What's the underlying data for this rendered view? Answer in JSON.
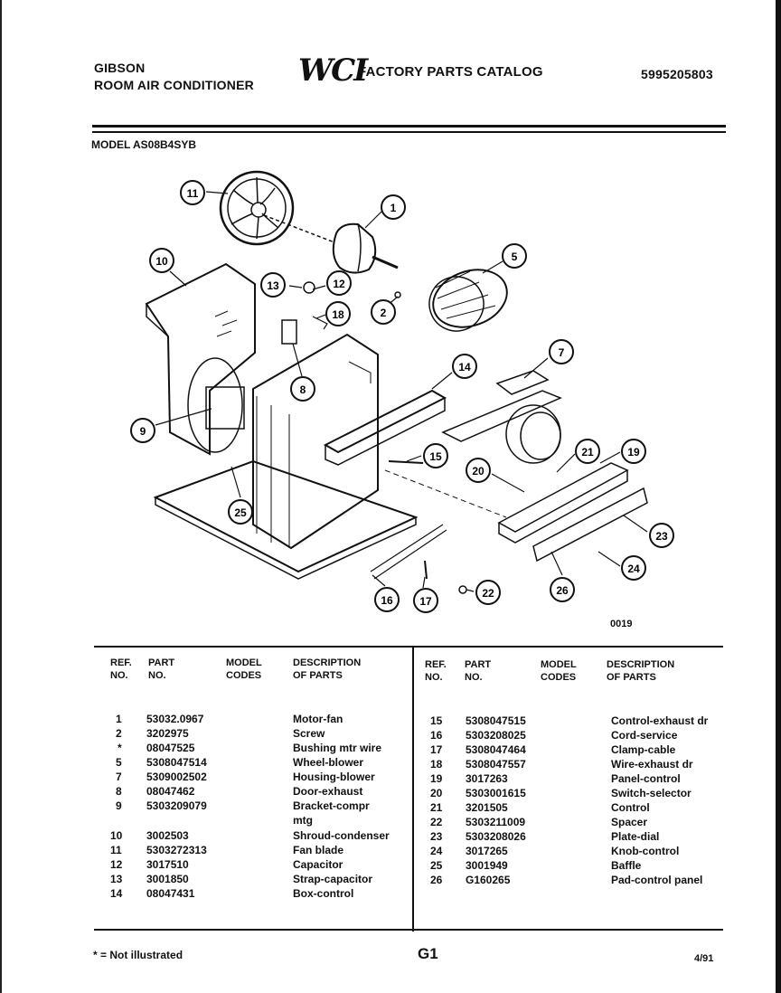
{
  "header": {
    "brand_line1": "GIBSON",
    "brand_line2": "ROOM AIR CONDITIONER",
    "logo": "WCI",
    "catalog_title": "FACTORY PARTS CATALOG",
    "doc_number": "5995205803"
  },
  "model_line": "MODEL AS08B4SYB",
  "diagram": {
    "drawing_code": "0019",
    "callouts": [
      "11",
      "1",
      "10",
      "13",
      "12",
      "18",
      "5",
      "2",
      "7",
      "8",
      "14",
      "9",
      "15",
      "21",
      "19",
      "20",
      "25",
      "23",
      "24",
      "26",
      "16",
      "17",
      "22"
    ]
  },
  "table": {
    "headers": {
      "ref": [
        "REF.",
        "NO."
      ],
      "part": [
        "PART",
        "NO."
      ],
      "model": [
        "MODEL",
        "CODES"
      ],
      "desc": [
        "DESCRIPTION",
        "OF PARTS"
      ]
    },
    "left_rows": [
      {
        "ref": "1",
        "part": "53032.0967",
        "desc": "Motor-fan"
      },
      {
        "ref": "2",
        "part": "3202975",
        "desc": "Screw"
      },
      {
        "ref": "*",
        "part": "08047525",
        "desc": "Bushing mtr wire"
      },
      {
        "ref": "5",
        "part": "5308047514",
        "desc": "Wheel-blower"
      },
      {
        "ref": "7",
        "part": "5309002502",
        "desc": "Housing-blower"
      },
      {
        "ref": "8",
        "part": "08047462",
        "desc": "Door-exhaust"
      },
      {
        "ref": "9",
        "part": "5303209079",
        "desc": "Bracket-compr"
      },
      {
        "ref": "",
        "part": "",
        "desc": "mtg"
      },
      {
        "ref": "10",
        "part": "3002503",
        "desc": "Shroud-condenser"
      },
      {
        "ref": "11",
        "part": "5303272313",
        "desc": "Fan blade"
      },
      {
        "ref": "12",
        "part": "3017510",
        "desc": "Capacitor"
      },
      {
        "ref": "13",
        "part": "3001850",
        "desc": "Strap-capacitor"
      },
      {
        "ref": "14",
        "part": "08047431",
        "desc": "Box-control"
      }
    ],
    "right_rows": [
      {
        "ref": "15",
        "part": "5308047515",
        "desc": "Control-exhaust dr"
      },
      {
        "ref": "16",
        "part": "5303208025",
        "desc": "Cord-service"
      },
      {
        "ref": "17",
        "part": "5308047464",
        "desc": "Clamp-cable"
      },
      {
        "ref": "18",
        "part": "5308047557",
        "desc": "Wire-exhaust dr"
      },
      {
        "ref": "19",
        "part": "3017263",
        "desc": "Panel-control"
      },
      {
        "ref": "20",
        "part": "5303001615",
        "desc": "Switch-selector"
      },
      {
        "ref": "21",
        "part": "3201505",
        "desc": "Control"
      },
      {
        "ref": "22",
        "part": "5303211009",
        "desc": "Spacer"
      },
      {
        "ref": "23",
        "part": "5303208026",
        "desc": "Plate-dial"
      },
      {
        "ref": "24",
        "part": "3017265",
        "desc": "Knob-control"
      },
      {
        "ref": "25",
        "part": "3001949",
        "desc": "Baffle"
      },
      {
        "ref": "26",
        "part": "G160265",
        "desc": "Pad-control panel"
      }
    ]
  },
  "footer": {
    "note": "* = Not illustrated",
    "page_code": "G1",
    "date": "4/91"
  }
}
